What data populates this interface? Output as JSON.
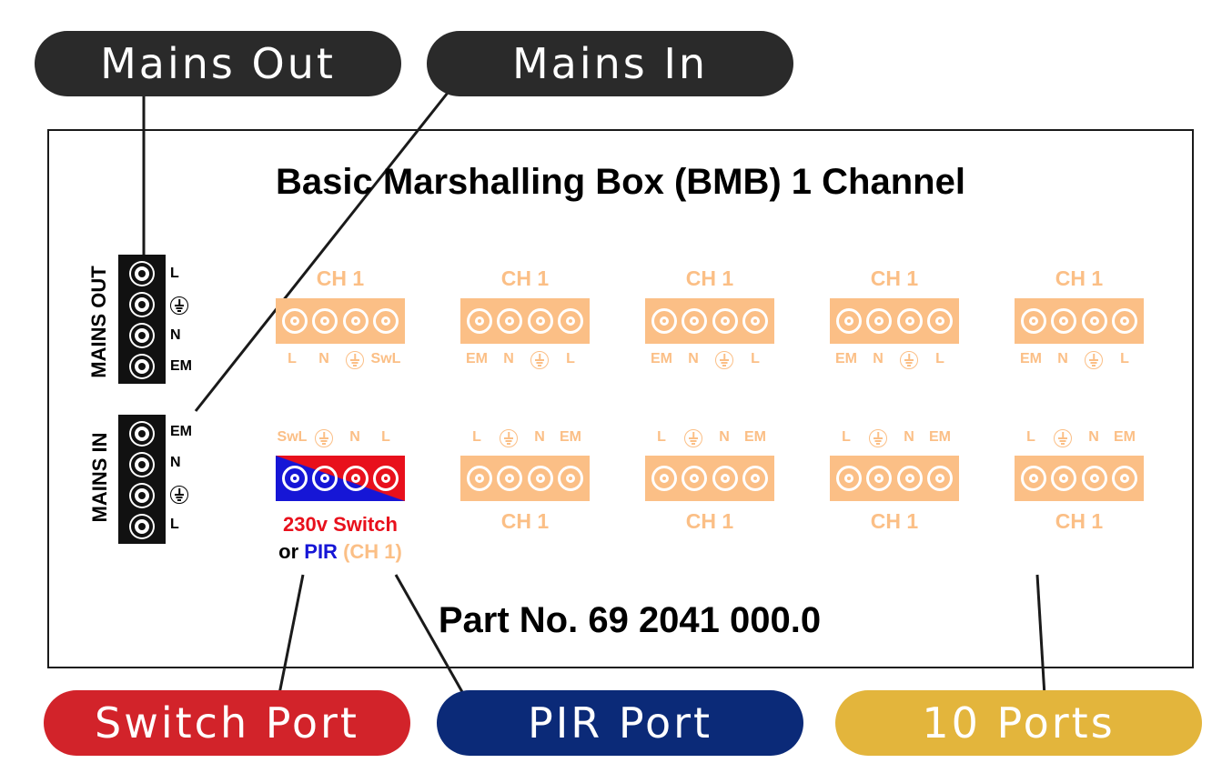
{
  "callouts": {
    "mains_out": "Mains Out",
    "mains_in": "Mains In",
    "switch_port": "Switch Port",
    "pir_port": "PIR Port",
    "ten_ports": "10 Ports"
  },
  "colors": {
    "callout_dark": "#2a2a2a",
    "callout_red": "#d2232a",
    "callout_blue": "#0b2a78",
    "callout_gold": "#e3b53c",
    "connector": "#fbbf86",
    "switch_red": "#e8101c",
    "switch_blue": "#1616d6"
  },
  "box": {
    "title": "Basic Marshalling Box (BMB) 1 Channel",
    "part_no": "Part No. 69 2041 000.0"
  },
  "mains_out": {
    "label": "MAINS OUT",
    "terminals": [
      "L",
      "earth",
      "N",
      "EM"
    ]
  },
  "mains_in": {
    "label": "MAINS IN",
    "terminals": [
      "EM",
      "N",
      "earth",
      "L"
    ]
  },
  "top_row": [
    {
      "channel": "CH 1",
      "pins": [
        "L",
        "N",
        "earth",
        "SwL"
      ]
    },
    {
      "channel": "CH 1",
      "pins": [
        "EM",
        "N",
        "earth",
        "L"
      ]
    },
    {
      "channel": "CH 1",
      "pins": [
        "EM",
        "N",
        "earth",
        "L"
      ]
    },
    {
      "channel": "CH 1",
      "pins": [
        "EM",
        "N",
        "earth",
        "L"
      ]
    },
    {
      "channel": "CH 1",
      "pins": [
        "EM",
        "N",
        "earth",
        "L"
      ]
    }
  ],
  "bottom_row": [
    {
      "channel": "",
      "pins": [
        "SwL",
        "earth",
        "N",
        "L"
      ]
    },
    {
      "channel": "CH 1",
      "pins": [
        "L",
        "earth",
        "N",
        "EM"
      ]
    },
    {
      "channel": "CH 1",
      "pins": [
        "L",
        "earth",
        "N",
        "EM"
      ]
    },
    {
      "channel": "CH 1",
      "pins": [
        "L",
        "earth",
        "N",
        "EM"
      ]
    },
    {
      "channel": "CH 1",
      "pins": [
        "L",
        "earth",
        "N",
        "EM"
      ]
    }
  ],
  "switch_caption": {
    "line1": "230v Switch",
    "or": "or ",
    "pir": "PIR",
    "ch": " (CH 1)"
  }
}
